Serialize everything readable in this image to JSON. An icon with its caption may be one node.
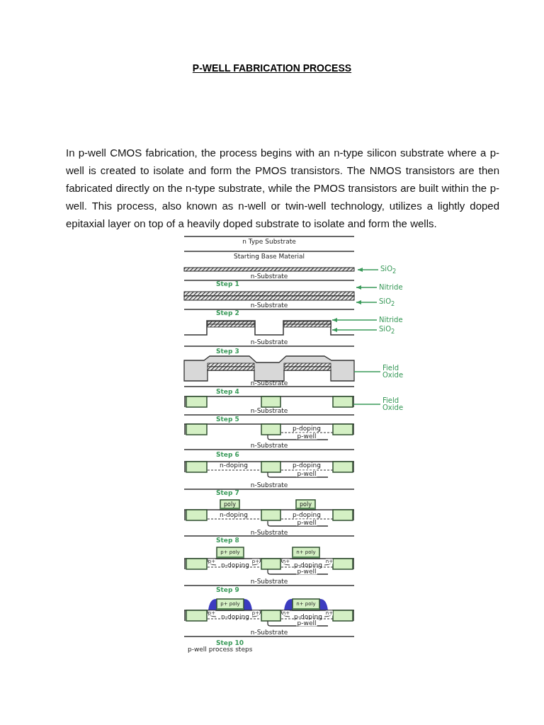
{
  "diagram": {
    "title": "P-WELL FABRICATION PROCESS",
    "nodes": [
      {
        "text": [
          "SiO$_{2}$"
        ]
      },
      {
        "text": [
          "Nitride"
        ]
      },
      {
        "text": [
          "SiO$_{2}$"
        ]
      },
      {
        "text": [
          "Nitride"
        ]
      },
      {
        "text": [
          "SiO$_{2}$"
        ]
      },
      {
        "text": [
          "Field Oxide"
        ]
      },
      {
        "text": [
          "Field Oxide"
        ]
      }
    ],
    "edges": [
      {
        "from": 0,
        "to": null,
        "arrow": "to"
      },
      {
        "from": 1,
        "to": null,
        "arrow": "to"
      },
      {
        "from": 2,
        "to": null,
        "arrow": "to"
      },
      {
        "from": 3,
        "to": null,
        "arrow": "to"
      },
      {
        "from": 4,
        "to": null,
        "arrow": "to"
      },
      {
        "from": 5,
        "to": null,
        "arrow": "none"
      },
      {
        "from": 6,
        "to": null,
        "arrow": "none"
      }
    ],
    "labels": [
      "In p-well CMOS fabrication, the process begins with an n-type silicon substrate where a p-well is created to isolate and form the PMOS transistors. The NMOS transistors are then fabricated directly on the n-type substrate, while the PMOS transistors are built within the p-well. This process, also known as n-well or twin-well technology, utilizes a lightly doped epitaxial layer on top of a heavily doped substrate to isolate and form the wells.",
      "n Type Substrate",
      "Starting Base Material",
      "n-Substrate",
      "Step 1",
      "n-Substrate",
      "Step 2",
      "n-Substrate",
      "Step 3",
      "n-Substrate",
      "Step 4",
      "n-Substrate",
      "Step 5",
      "p-doping",
      "p-well",
      "n-Substrate",
      "Step 6",
      "n-doping",
      "p-doping",
      "p-well",
      "n-Substrate",
      "Step 7",
      "poly",
      "poly",
      "n-doping",
      "p-doping",
      "p-well",
      "n-Substrate",
      "Step 8",
      "p+ poly",
      "n+ poly",
      "p+",
      "p+",
      "n+",
      "n+",
      "n-doping",
      "p-doping",
      "p-well",
      "n-Substrate",
      "Step 9",
      "p+ poly",
      "n+ poly",
      "p+",
      "p+",
      "n+",
      "n+",
      "n-doping",
      "p-doping",
      "p-well",
      "n-Substrate",
      "Step 10",
      "p-well process steps"
    ]
  }
}
